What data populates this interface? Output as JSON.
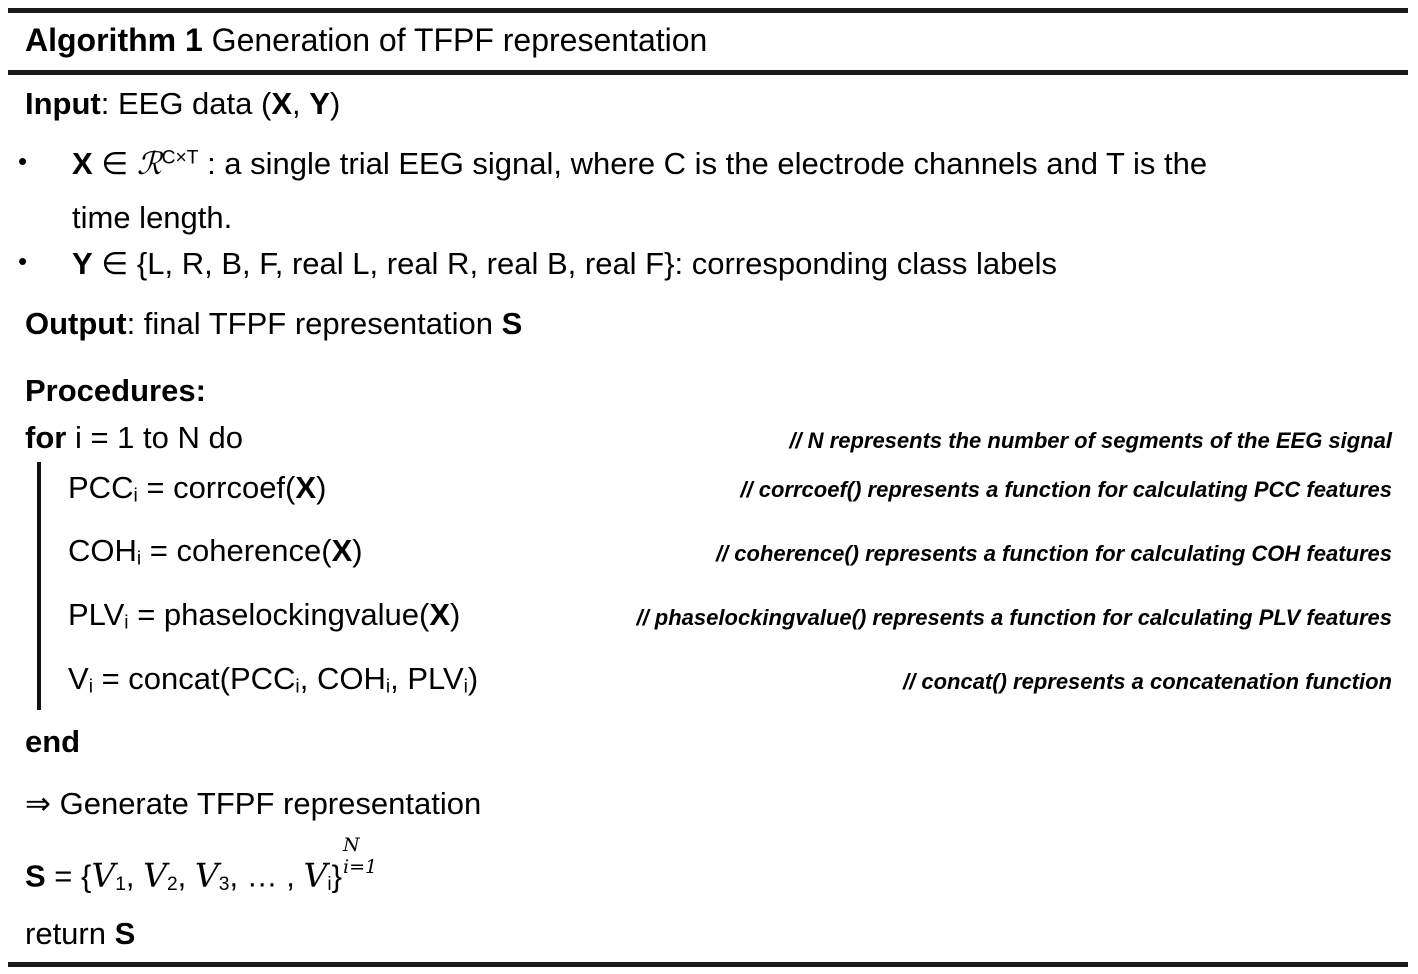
{
  "algorithm": {
    "label": "Algorithm 1",
    "title": "Generation of TFPF representation",
    "input_label": "Input",
    "input_text": ": EEG data (",
    "input_x": "X",
    "input_sep": ", ",
    "input_y": "Y",
    "input_close": ")",
    "bullets": [
      {
        "mark": "•",
        "var": "X",
        "in": " ∈ ",
        "set": "ℛ",
        "sup": "C×T",
        "rest": " : a single trial EEG signal, where C is the electrode channels and T is the",
        "cont": "time length."
      },
      {
        "mark": "•",
        "var": "Y",
        "in": " ∈ ",
        "set": "{L, R, B, F, real L, real R, real B, real F}",
        "sup": "",
        "rest": ": corresponding class labels",
        "cont": ""
      }
    ],
    "output_label": "Output",
    "output_text": ": final TFPF representation ",
    "output_var": "S",
    "procedures_label": "Procedures",
    "procedures_colon": ":",
    "for_keyword": "for",
    "for_rest": " i = 1 to N do",
    "statements": [
      {
        "name": "PCC",
        "sub": "i",
        "assign": " = corrcoef(",
        "arg": "X",
        "close": ")"
      },
      {
        "name": "COH",
        "sub": "i",
        "assign": " = coherence(",
        "arg": "X",
        "close": ")"
      },
      {
        "name": "PLV",
        "sub": "i",
        "assign": " = phaselockingvalue(",
        "arg": "X",
        "close": ")"
      },
      {
        "name": "V",
        "sub": "i",
        "assign": " = concat(PCC",
        "arg": "",
        "close": ")"
      }
    ],
    "concat_args": {
      "a": "PCC",
      "a_sub": "i",
      "b": "COH",
      "b_sub": "i",
      "c": "PLV",
      "c_sub": "i"
    },
    "comments": [
      "// N represents the number of segments of the EEG signal",
      "// corrcoef() represents a function for calculating PCC features",
      "// coherence() represents a function for calculating COH features",
      "// phaselockingvalue() represents a function for calculating PLV features",
      "// concat() represents a concatenation function"
    ],
    "end_keyword": "end",
    "generate_arrow": "⇒",
    "generate_text": " Generate TFPF representation",
    "final_formula": {
      "lhs": "S",
      "eq": " = {",
      "v": "V",
      "subs": [
        "1",
        "2",
        "3"
      ],
      "ellipsis": ", … , ",
      "v_last": "V",
      "sub_last": "i",
      "brace_close": "}",
      "sup_limit": "N",
      "sub_limit": "i=1"
    },
    "return_keyword": "return ",
    "return_var": "S"
  }
}
